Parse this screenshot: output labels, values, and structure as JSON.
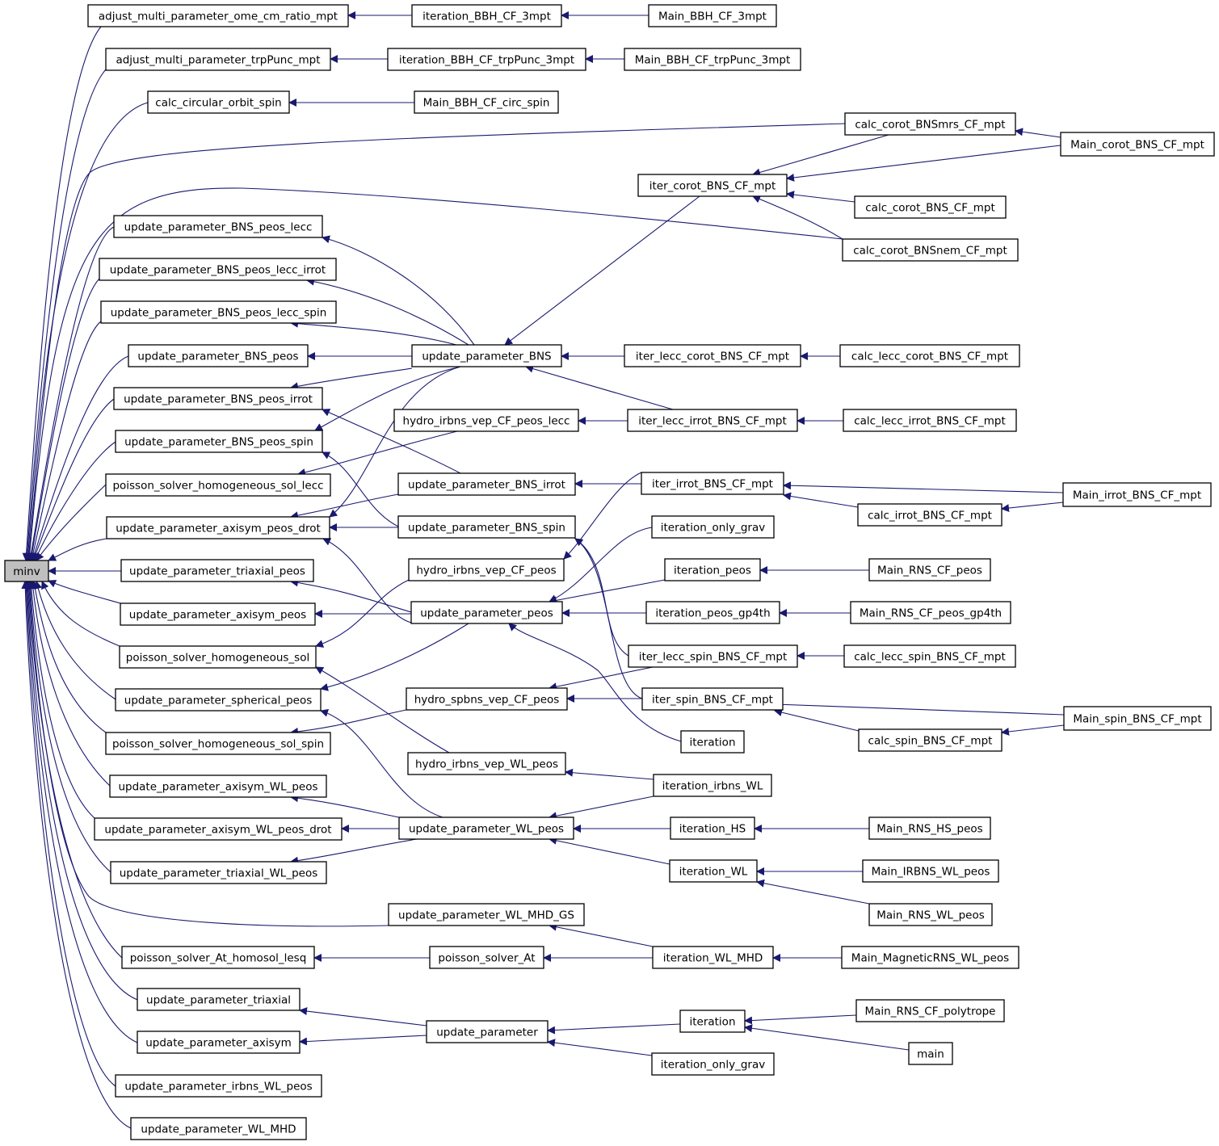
{
  "graph": {
    "edge_color": "#191970",
    "root_fill": "#bfbfbf",
    "nodes": [
      {
        "id": "minv",
        "label": "minv",
        "root": true
      },
      {
        "id": "adj_ome",
        "label": "adjust_multi_parameter_ome_cm_ratio_mpt"
      },
      {
        "id": "it_bbh3",
        "label": "iteration_BBH_CF_3mpt"
      },
      {
        "id": "main_bbh3",
        "label": "Main_BBH_CF_3mpt"
      },
      {
        "id": "adj_trp",
        "label": "adjust_multi_parameter_trpPunc_mpt"
      },
      {
        "id": "it_bbhtrp",
        "label": "iteration_BBH_CF_trpPunc_3mpt"
      },
      {
        "id": "main_bbhtrp",
        "label": "Main_BBH_CF_trpPunc_3mpt"
      },
      {
        "id": "calc_circ",
        "label": "calc_circular_orbit_spin"
      },
      {
        "id": "main_bbhcirc",
        "label": "Main_BBH_CF_circ_spin"
      },
      {
        "id": "calc_corot_mrs",
        "label": "calc_corot_BNSmrs_CF_mpt"
      },
      {
        "id": "main_corot",
        "label": "Main_corot_BNS_CF_mpt"
      },
      {
        "id": "iter_corot",
        "label": "iter_corot_BNS_CF_mpt"
      },
      {
        "id": "calc_corot",
        "label": "calc_corot_BNS_CF_mpt"
      },
      {
        "id": "calc_corot_nem",
        "label": "calc_corot_BNSnem_CF_mpt"
      },
      {
        "id": "up_lecc",
        "label": "update_parameter_BNS_peos_lecc"
      },
      {
        "id": "up_lecc_irrot",
        "label": "update_parameter_BNS_peos_lecc_irrot"
      },
      {
        "id": "up_lecc_spin",
        "label": "update_parameter_BNS_peos_lecc_spin"
      },
      {
        "id": "up_bns_peos",
        "label": "update_parameter_BNS_peos"
      },
      {
        "id": "up_bns",
        "label": "update_parameter_BNS"
      },
      {
        "id": "iter_lecc_corot",
        "label": "iter_lecc_corot_BNS_CF_mpt"
      },
      {
        "id": "calc_lecc_corot",
        "label": "calc_lecc_corot_BNS_CF_mpt"
      },
      {
        "id": "up_bns_peos_irrot",
        "label": "update_parameter_BNS_peos_irrot"
      },
      {
        "id": "hydro_lecc",
        "label": "hydro_irbns_vep_CF_peos_lecc"
      },
      {
        "id": "iter_lecc_irrot",
        "label": "iter_lecc_irrot_BNS_CF_mpt"
      },
      {
        "id": "calc_lecc_irrot",
        "label": "calc_lecc_irrot_BNS_CF_mpt"
      },
      {
        "id": "up_bns_peos_spin",
        "label": "update_parameter_BNS_peos_spin"
      },
      {
        "id": "pois_lecc",
        "label": "poisson_solver_homogeneous_sol_lecc"
      },
      {
        "id": "up_bns_irrot",
        "label": "update_parameter_BNS_irrot"
      },
      {
        "id": "iter_irrot",
        "label": "iter_irrot_BNS_CF_mpt"
      },
      {
        "id": "main_irrot",
        "label": "Main_irrot_BNS_CF_mpt"
      },
      {
        "id": "calc_irrot",
        "label": "calc_irrot_BNS_CF_mpt"
      },
      {
        "id": "up_axi_drot",
        "label": "update_parameter_axisym_peos_drot"
      },
      {
        "id": "up_bns_spin",
        "label": "update_parameter_BNS_spin"
      },
      {
        "id": "it_only_grav1",
        "label": "iteration_only_grav"
      },
      {
        "id": "up_tri_peos",
        "label": "update_parameter_triaxial_peos"
      },
      {
        "id": "hydro_vep",
        "label": "hydro_irbns_vep_CF_peos"
      },
      {
        "id": "it_peos",
        "label": "iteration_peos"
      },
      {
        "id": "main_rns_peos",
        "label": "Main_RNS_CF_peos"
      },
      {
        "id": "up_axi_peos",
        "label": "update_parameter_axisym_peos"
      },
      {
        "id": "up_peos",
        "label": "update_parameter_peos"
      },
      {
        "id": "it_gp4",
        "label": "iteration_peos_gp4th"
      },
      {
        "id": "main_gp4",
        "label": "Main_RNS_CF_peos_gp4th"
      },
      {
        "id": "pois_sol",
        "label": "poisson_solver_homogeneous_sol"
      },
      {
        "id": "iter_lecc_spin",
        "label": "iter_lecc_spin_BNS_CF_mpt"
      },
      {
        "id": "calc_lecc_spin",
        "label": "calc_lecc_spin_BNS_CF_mpt"
      },
      {
        "id": "up_sph",
        "label": "update_parameter_spherical_peos"
      },
      {
        "id": "hydro_spbns",
        "label": "hydro_spbns_vep_CF_peos"
      },
      {
        "id": "iter_spin",
        "label": "iter_spin_BNS_CF_mpt"
      },
      {
        "id": "main_spin",
        "label": "Main_spin_BNS_CF_mpt"
      },
      {
        "id": "pois_spin",
        "label": "poisson_solver_homogeneous_sol_spin"
      },
      {
        "id": "iteration_a",
        "label": "iteration"
      },
      {
        "id": "calc_spin",
        "label": "calc_spin_BNS_CF_mpt"
      },
      {
        "id": "hydro_wl",
        "label": "hydro_irbns_vep_WL_peos"
      },
      {
        "id": "up_axi_wl",
        "label": "update_parameter_axisym_WL_peos"
      },
      {
        "id": "it_irbns_wl",
        "label": "iteration_irbns_WL"
      },
      {
        "id": "up_axi_wl_drot",
        "label": "update_parameter_axisym_WL_peos_drot"
      },
      {
        "id": "up_wl_peos",
        "label": "update_parameter_WL_peos"
      },
      {
        "id": "it_hs",
        "label": "iteration_HS"
      },
      {
        "id": "main_hs",
        "label": "Main_RNS_HS_peos"
      },
      {
        "id": "up_tri_wl",
        "label": "update_parameter_triaxial_WL_peos"
      },
      {
        "id": "it_wl",
        "label": "iteration_WL"
      },
      {
        "id": "main_irbns_wl",
        "label": "Main_IRBNS_WL_peos"
      },
      {
        "id": "main_rns_wl",
        "label": "Main_RNS_WL_peos"
      },
      {
        "id": "up_wl_mhd_gs",
        "label": "update_parameter_WL_MHD_GS"
      },
      {
        "id": "pois_at_homo",
        "label": "poisson_solver_At_homosol_lesq"
      },
      {
        "id": "pois_at",
        "label": "poisson_solver_At"
      },
      {
        "id": "it_wl_mhd",
        "label": "iteration_WL_MHD"
      },
      {
        "id": "main_mag",
        "label": "Main_MagneticRNS_WL_peos"
      },
      {
        "id": "up_tri",
        "label": "update_parameter_triaxial"
      },
      {
        "id": "main_poly",
        "label": "Main_RNS_CF_polytrope"
      },
      {
        "id": "iteration_b",
        "label": "iteration"
      },
      {
        "id": "up_param",
        "label": "update_parameter"
      },
      {
        "id": "up_axi",
        "label": "update_parameter_axisym"
      },
      {
        "id": "main_main",
        "label": "main"
      },
      {
        "id": "it_only_grav2",
        "label": "iteration_only_grav"
      },
      {
        "id": "up_irbns_wl",
        "label": "update_parameter_irbns_WL_peos"
      },
      {
        "id": "up_wl_mhd",
        "label": "update_parameter_WL_MHD"
      }
    ]
  }
}
